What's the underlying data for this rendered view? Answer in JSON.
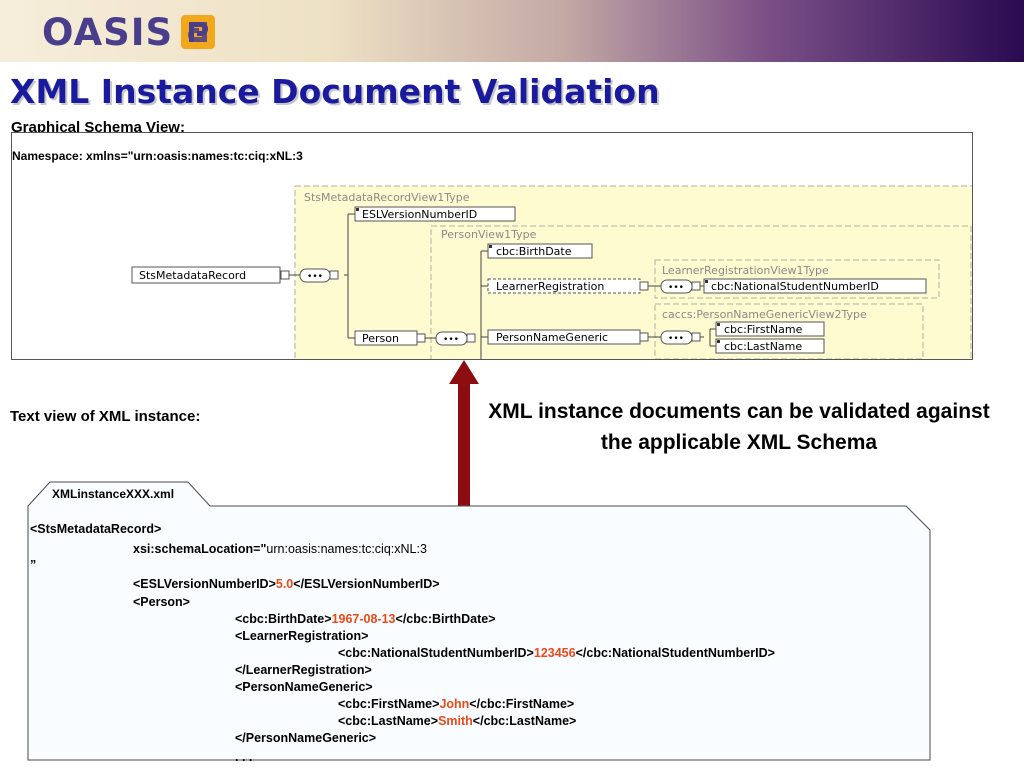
{
  "logo": {
    "text": "OASIS"
  },
  "title": "XML Instance Document Validation",
  "schema_section": {
    "heading": "Graphical Schema View:",
    "namespace": "Namespace: xmlns=\"urn:oasis:names:tc:ciq:xNL:3"
  },
  "schema_diagram": {
    "root": "StsMetadataRecord",
    "root_type": "StsMetadataRecordView1Type",
    "esl_version": "ESLVersionNumberID",
    "person": "Person",
    "person_type": "PersonView1Type",
    "birth_date": "cbc:BirthDate",
    "learner_registration": "LearnerRegistration",
    "learner_type": "LearnerRegistrationView1Type",
    "national_student_number": "cbc:NationalStudentNumberID",
    "person_name_generic": "PersonNameGeneric",
    "name_type": "caccs:PersonNameGenericView2Type",
    "first_name": "cbc:FirstName",
    "last_name": "cbc:LastName",
    "sequence_symbol": "•••"
  },
  "text_view_heading": "Text view of XML instance:",
  "validate_message": "XML instance documents can be validated against the applicable XML Schema",
  "arrow_color": "#8b0d12",
  "xml_file": {
    "tab_label": "XMLinstanceXXX.xml",
    "open_root": "<StsMetadataRecord>",
    "schema_location_attr": "xsi:schemaLocation=\"",
    "schema_location_value": "urn:oasis:names:tc:ciq:xNL:3",
    "quote_close": "”",
    "esl_open": "<ESLVersionNumberID>",
    "esl_value": "5.0",
    "esl_close": "</ESLVersionNumberID>",
    "person_open": "<Person>",
    "birth_open": "<cbc:BirthDate>",
    "birth_value": "1967-08-13",
    "birth_close": "</cbc:BirthDate>",
    "learner_open": "<LearnerRegistration>",
    "nsn_open": "<cbc:NationalStudentNumberID>",
    "nsn_value": "123456",
    "nsn_close": "</cbc:NationalStudentNumberID>",
    "learner_close": "</LearnerRegistration>",
    "pn_open": "<PersonNameGeneric>",
    "first_open": "<cbc:FirstName>",
    "first_value": "John",
    "first_close": "</cbc:FirstName>",
    "last_open": "<cbc:LastName>",
    "last_value": "Smith",
    "last_close": "</cbc:LastName>",
    "pn_close": "</PersonNameGeneric>",
    "ellipsis": ". . ."
  }
}
